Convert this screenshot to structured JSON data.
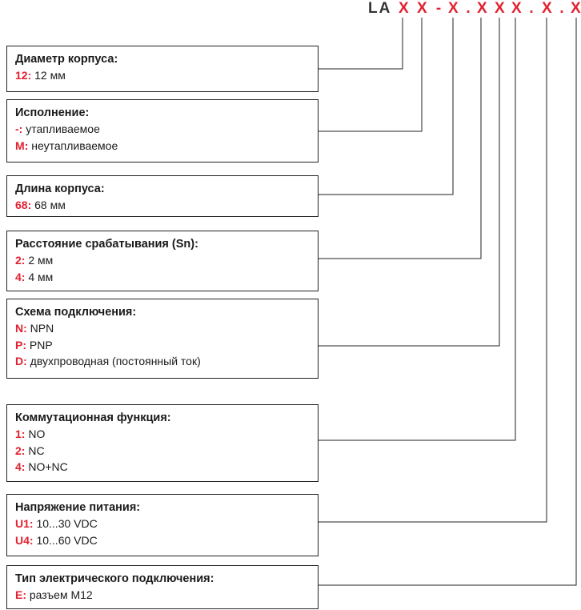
{
  "code": {
    "prefix": "LA",
    "tokens": [
      {
        "type": "ph",
        "text": "X"
      },
      {
        "type": "ph",
        "text": "X"
      },
      {
        "type": "sep",
        "text": "-"
      },
      {
        "type": "ph",
        "text": "X"
      },
      {
        "type": "sep",
        "text": "."
      },
      {
        "type": "ph",
        "text": "X"
      },
      {
        "type": "ph",
        "text": "X"
      },
      {
        "type": "ph",
        "text": "X"
      },
      {
        "type": "sep",
        "text": "."
      },
      {
        "type": "ph",
        "text": "X"
      },
      {
        "type": "sep",
        "text": "."
      },
      {
        "type": "ph",
        "text": "X"
      }
    ]
  },
  "colors": {
    "accent": "#e2212f",
    "text": "#1a1a1a",
    "border": "#222222"
  },
  "sections": [
    {
      "title": "Диаметр корпуса:",
      "options": [
        {
          "key": "12:",
          "value": " 12 мм"
        }
      ]
    },
    {
      "title": "Исполнение:",
      "options": [
        {
          "key": " -:",
          "value": " утапливаемое"
        },
        {
          "key": "M:",
          "value": " неутапливаемое"
        }
      ]
    },
    {
      "title": "Длина корпуса:",
      "options": [
        {
          "key": "68:",
          "value": " 68 мм"
        }
      ]
    },
    {
      "title": "Расстояние срабатывания (Sn):",
      "options": [
        {
          "key": "2:",
          "value": " 2 мм"
        },
        {
          "key": "4:",
          "value": " 4 мм"
        }
      ]
    },
    {
      "title": "Схема подключения:",
      "options": [
        {
          "key": "N:",
          "value": " NPN"
        },
        {
          "key": "P:",
          "value": " PNP"
        },
        {
          "key": "D:",
          "value": " двухпроводная (постоянный ток)"
        }
      ]
    },
    {
      "title": "Коммутационная функция:",
      "options": [
        {
          "key": "1:",
          "value": " NO"
        },
        {
          "key": "2:",
          "value": " NC"
        },
        {
          "key": "4:",
          "value": " NO+NC"
        }
      ]
    },
    {
      "title": "Напряжение питания:",
      "options": [
        {
          "key": "U1:",
          "value": " 10...30 VDC"
        },
        {
          "key": "U4:",
          "value": " 10...60 VDC"
        }
      ]
    },
    {
      "title": "Тип электрического подключения:",
      "options": [
        {
          "key": "E:",
          "value": " разъем M12"
        }
      ]
    }
  ]
}
